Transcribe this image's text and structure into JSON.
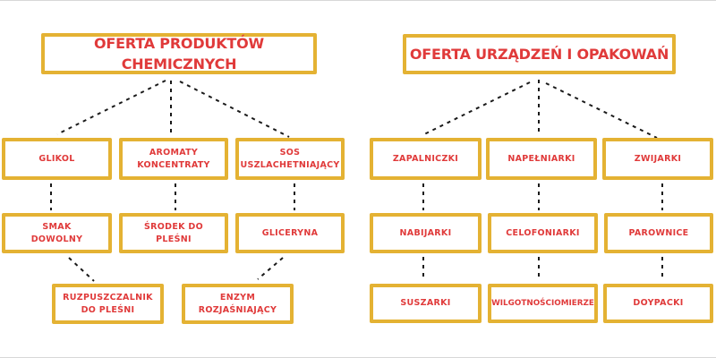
{
  "diagram": {
    "left": {
      "title": "OFERTA PRODUKTÓW CHEMICZNYCH",
      "level1": [
        "GLIKOL",
        "AROMATY\nKONCENTRATY",
        "SOS\nUSZLACHETNIAJĄCY"
      ],
      "level2": [
        "SMAK\nDOWOLNY",
        "ŚRODEK DO\nPLEŚNI",
        "GLICERYNA"
      ],
      "level3": [
        "RUZPUSZCZALNIK\nDO PLEŚNI",
        "ENZYM\nROZJAŚNIAJĄCY"
      ]
    },
    "right": {
      "title": "OFERTA URZĄDZEŃ I OPAKOWAŃ",
      "level1": [
        "ZAPALNICZKI",
        "NAPEŁNIARKI",
        "ZWIJARKI"
      ],
      "level2": [
        "NABIJARKI",
        "CELOFONIARKI",
        "PAROWNICE"
      ],
      "level3": [
        "SUSZARKI",
        "WILGOTNOŚCIOMIERZE",
        "DOYPACKI"
      ]
    }
  },
  "colors": {
    "box_border": "#E4B233",
    "label_text": "#E03A3A",
    "connector": "#1A1A1A",
    "background": "#FFFFFF"
  }
}
